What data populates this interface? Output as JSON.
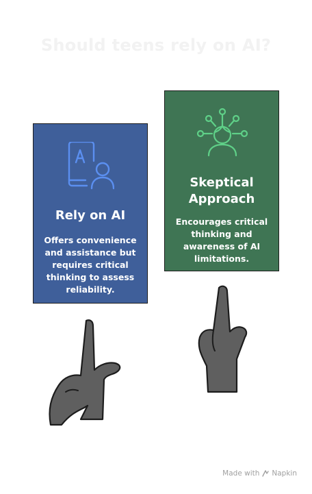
{
  "title": "Should teens rely on AI?",
  "cards": [
    {
      "title": "Rely on AI",
      "description": "Offers convenience and assistance but requires critical thinking to assess reliability.",
      "icon": "ai-user-icon",
      "color": "#3f5f9a"
    },
    {
      "title_line1": "Skeptical",
      "title_line2": "Approach",
      "description": "Encourages critical thinking and awareness of AI limitations.",
      "icon": "network-person-icon",
      "color": "#3f7554"
    }
  ],
  "footer": {
    "made_with": "Made with",
    "brand": "Napkin"
  }
}
